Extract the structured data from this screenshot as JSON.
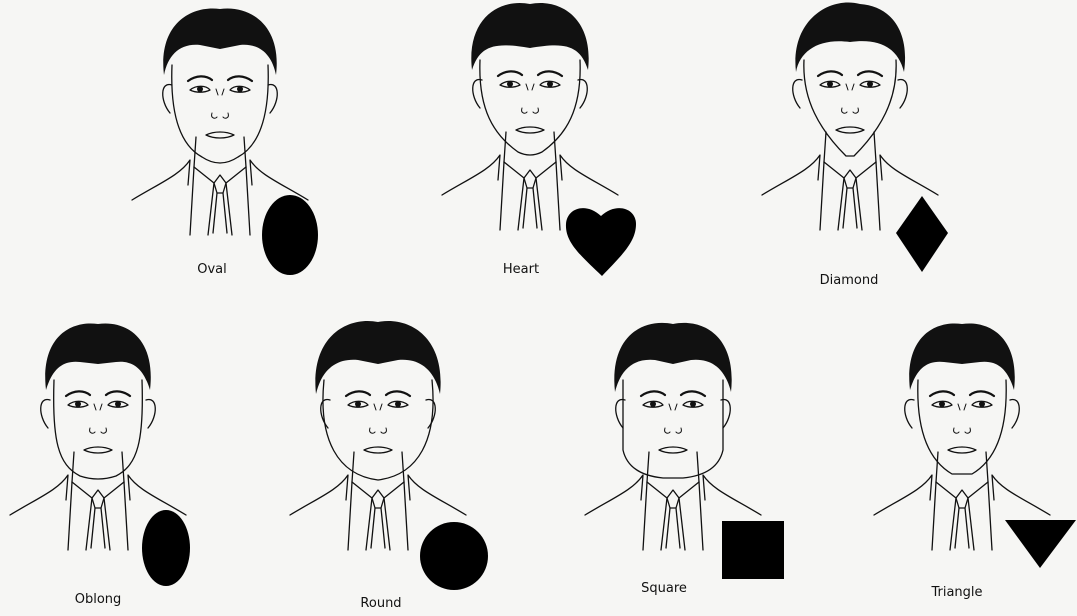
{
  "figures": [
    {
      "label": "Oval"
    },
    {
      "label": "Heart"
    },
    {
      "label": "Diamond"
    },
    {
      "label": "Oblong"
    },
    {
      "label": "Round"
    },
    {
      "label": "Square"
    },
    {
      "label": "Triangle"
    }
  ],
  "colors": {
    "background": "#f6f6f4",
    "ink": "#111111",
    "shape": "#000000"
  }
}
